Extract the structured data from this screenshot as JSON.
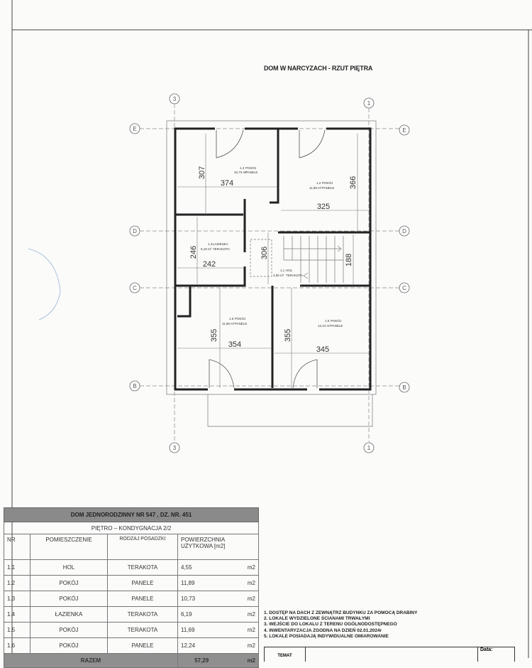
{
  "title": "DOM W NARCYZACH - RZUT PIĘTRA",
  "axes": {
    "a3": "3",
    "a1": "1",
    "e": "E",
    "d": "D",
    "c": "C",
    "b": "B"
  },
  "dimensions": {
    "d307": "307",
    "d374": "374",
    "d366": "366",
    "d325": "325",
    "d246": "246",
    "d242": "242",
    "d306": "306",
    "d188": "188",
    "d355a": "355",
    "d354": "354",
    "d355b": "355",
    "d345": "345"
  },
  "rooms": [
    {
      "nr": "1.3",
      "name": "POKÓJ",
      "area": "10,73 m²",
      "floor": "PANELE"
    },
    {
      "nr": "1.2",
      "name": "POKÓJ",
      "area": "11,89 m²",
      "floor": "PANELE"
    },
    {
      "nr": "1.4",
      "name": "ŁAZIENKA",
      "area": "6,19 m²",
      "floor": "TERAKOTA"
    },
    {
      "nr": "1.1",
      "name": "HOL",
      "area": "4,55 m²",
      "floor": "TERAKOTA"
    },
    {
      "nr": "1.6",
      "name": "POKÓJ",
      "area": "11,69 m²",
      "floor": "PANELE"
    },
    {
      "nr": "1.5",
      "name": "POKÓJ",
      "area": "12,24 m²",
      "floor": "PANELE"
    }
  ],
  "table": {
    "title": "DOM JEDNORODZINNY  NR 547 , DZ. NR. 451",
    "subtitle": "PIĘTRO – KONDYGNACJA 2/2",
    "headers": [
      "NR",
      "POMIESZCZENIE",
      "RODZAJ POSADZKI",
      "POWIERZCHNIA UŻYTKOWA [m2]"
    ],
    "rows": [
      {
        "nr": "1.1",
        "room": "HOL",
        "floor": "TERAKOTA",
        "area": "4,55",
        "unit": "m2"
      },
      {
        "nr": "1.2",
        "room": "POKÓJ",
        "floor": "PANELE",
        "area": "11,89",
        "unit": "m2"
      },
      {
        "nr": "1.3",
        "room": "POKÓJ",
        "floor": "PANELE",
        "area": "10,73",
        "unit": "m2"
      },
      {
        "nr": "1.4",
        "room": "ŁAZIENKA",
        "floor": "TERAKOTA",
        "area": "6,19",
        "unit": "m2"
      },
      {
        "nr": "1.5",
        "room": "POKÓJ",
        "floor": "TERAKOTA",
        "area": "11,69",
        "unit": "m2"
      },
      {
        "nr": "1.6",
        "room": "POKÓJ",
        "floor": "PANELE",
        "area": "12,24",
        "unit": "m2"
      }
    ],
    "total_label": "RAZEM",
    "total": "57,29",
    "total_unit": "m2"
  },
  "notes": [
    "1. DOSTĘP NA DACH Z ZEWNĄTRZ BUDYNKU ZA POMOCĄ DRABINY",
    "2. LOKALE WYDZIELONE ŚCIANAMI TRWAŁYMI",
    "3. WEJŚCIE DO LOKALU Z TERENU OGÓLNODOSTĘPNEGO",
    "4. INWENTARYZACJA ZGODNA NA DZIEŃ 02.01.2024r",
    "5. LOKALE POSIADAJĄ INDYWIDUALNE OMIAROWANIE"
  ],
  "footer": {
    "temat": "TEMAT",
    "data": "Data:"
  }
}
